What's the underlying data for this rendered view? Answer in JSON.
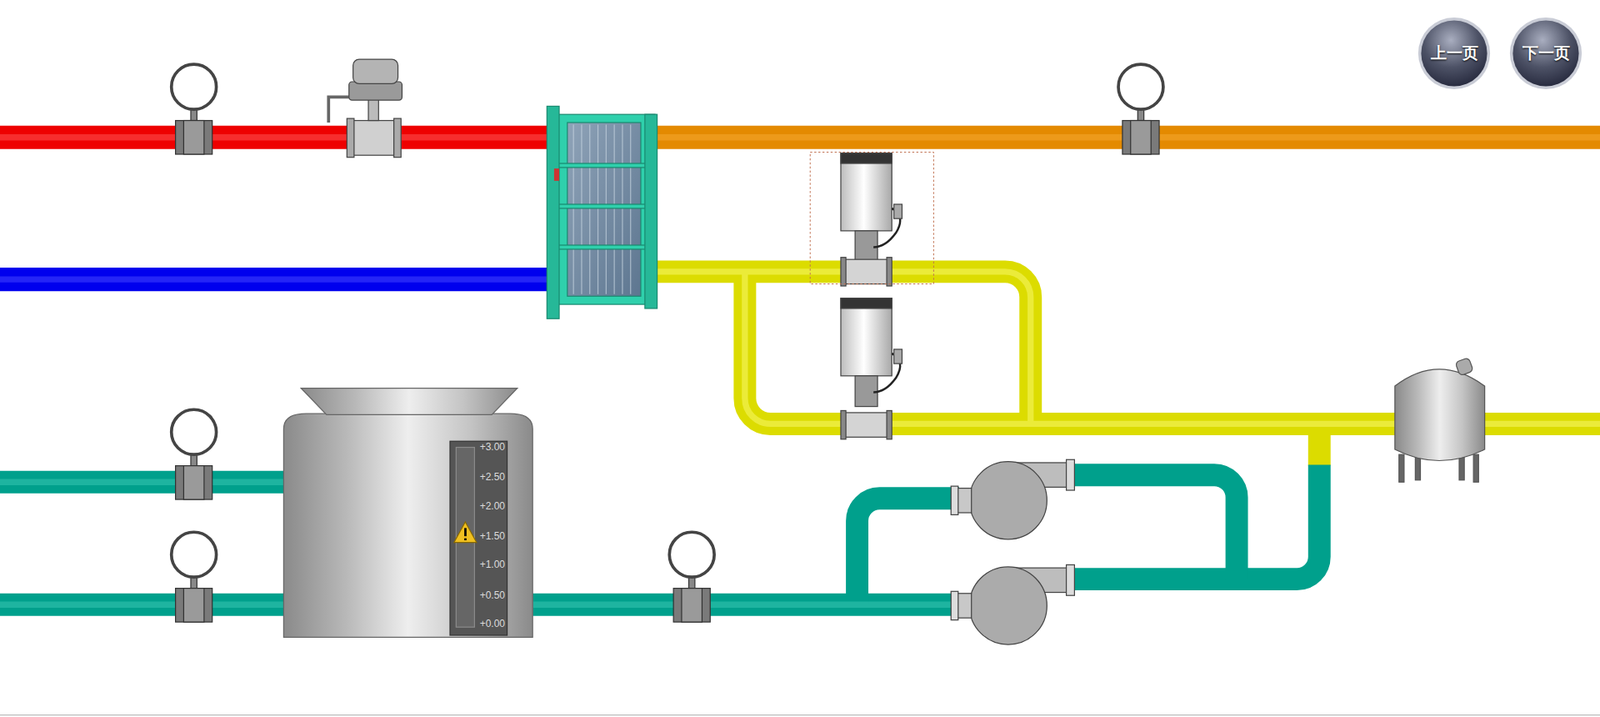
{
  "diagram": {
    "nodes": [
      {
        "text": [
          "上一页"
        ]
      },
      {
        "text": [
          "下一页"
        ]
      }
    ],
    "labels": [
      "+3.00",
      "+2.50",
      "+2.00",
      "+1.50",
      "+1.00",
      "+0.50",
      "+0.00"
    ]
  }
}
